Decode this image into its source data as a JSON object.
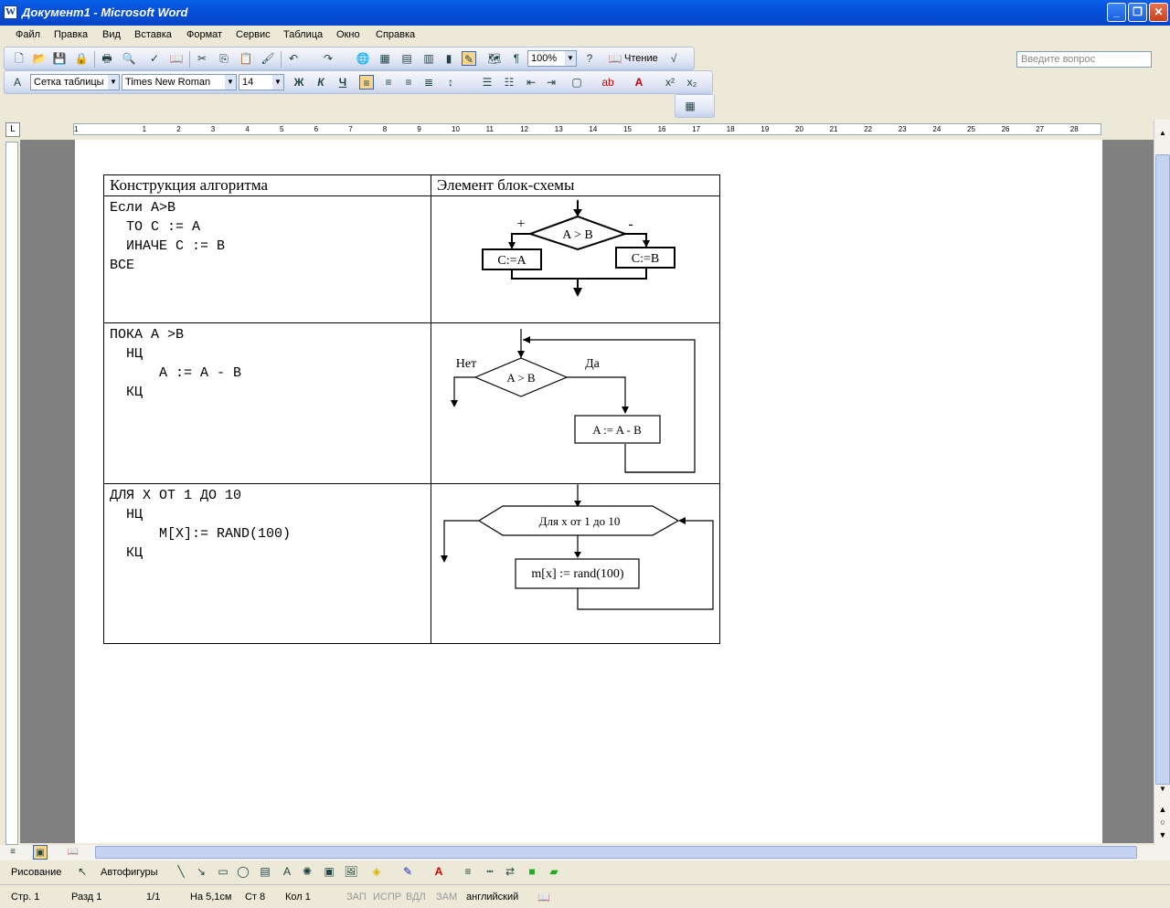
{
  "window": {
    "title": "Документ1 - Microsoft Word"
  },
  "menu": [
    "Файл",
    "Правка",
    "Вид",
    "Вставка",
    "Формат",
    "Сервис",
    "Таблица",
    "Окно",
    "Справка"
  ],
  "ask_placeholder": "Введите вопрос",
  "toolbar": {
    "zoom": "100%",
    "read_label": "Чтение",
    "style": "Сетка таблицы",
    "font": "Times New Roman",
    "size": "14",
    "bold": "Ж",
    "italic": "К",
    "underline": "Ч"
  },
  "table": {
    "headers": [
      "Конструкция алгоритма",
      "Элемент блок-схемы"
    ],
    "rows": [
      {
        "code": [
          "Если A>B",
          "  ТО C := A",
          "  ИНАЧЕ C := B",
          "ВСЕ"
        ],
        "diagram": {
          "cond": "A > B",
          "plus": "+",
          "minus": "-",
          "left": "C:=A",
          "right": "C:=B"
        }
      },
      {
        "code": [
          "ПОКА A >B",
          "  НЦ",
          "      A := A - B",
          "  КЦ"
        ],
        "diagram": {
          "cond": "A > B",
          "no": "Нет",
          "yes": "Да",
          "body": "A := A - B"
        }
      },
      {
        "code": [
          "ДЛЯ X ОТ 1 ДО 10",
          "  НЦ",
          "      M[X]:= RAND(100)",
          "  КЦ"
        ],
        "diagram": {
          "cond": "Для x от 1 до 10",
          "body": "m[x] := rand(100)"
        }
      }
    ]
  },
  "drawing": {
    "draw_label": "Рисование",
    "autoshapes_label": "Автофигуры"
  },
  "status": {
    "page": "Стр. 1",
    "section": "Разд 1",
    "pages": "1/1",
    "at": "На 5,1см",
    "line": "Ст 8",
    "col": "Кол 1",
    "rec": "ЗАП",
    "trk": "ИСПР",
    "ext": "ВДЛ",
    "ovr": "ЗАМ",
    "lang": "английский"
  },
  "ruler_numbers": [
    "1",
    "1",
    "2",
    "3",
    "4",
    "5",
    "6",
    "7",
    "8",
    "9",
    "10",
    "11",
    "12",
    "13",
    "14",
    "15",
    "16",
    "17",
    "18",
    "19",
    "20",
    "21",
    "22",
    "23",
    "24",
    "25",
    "26",
    "27",
    "28"
  ]
}
